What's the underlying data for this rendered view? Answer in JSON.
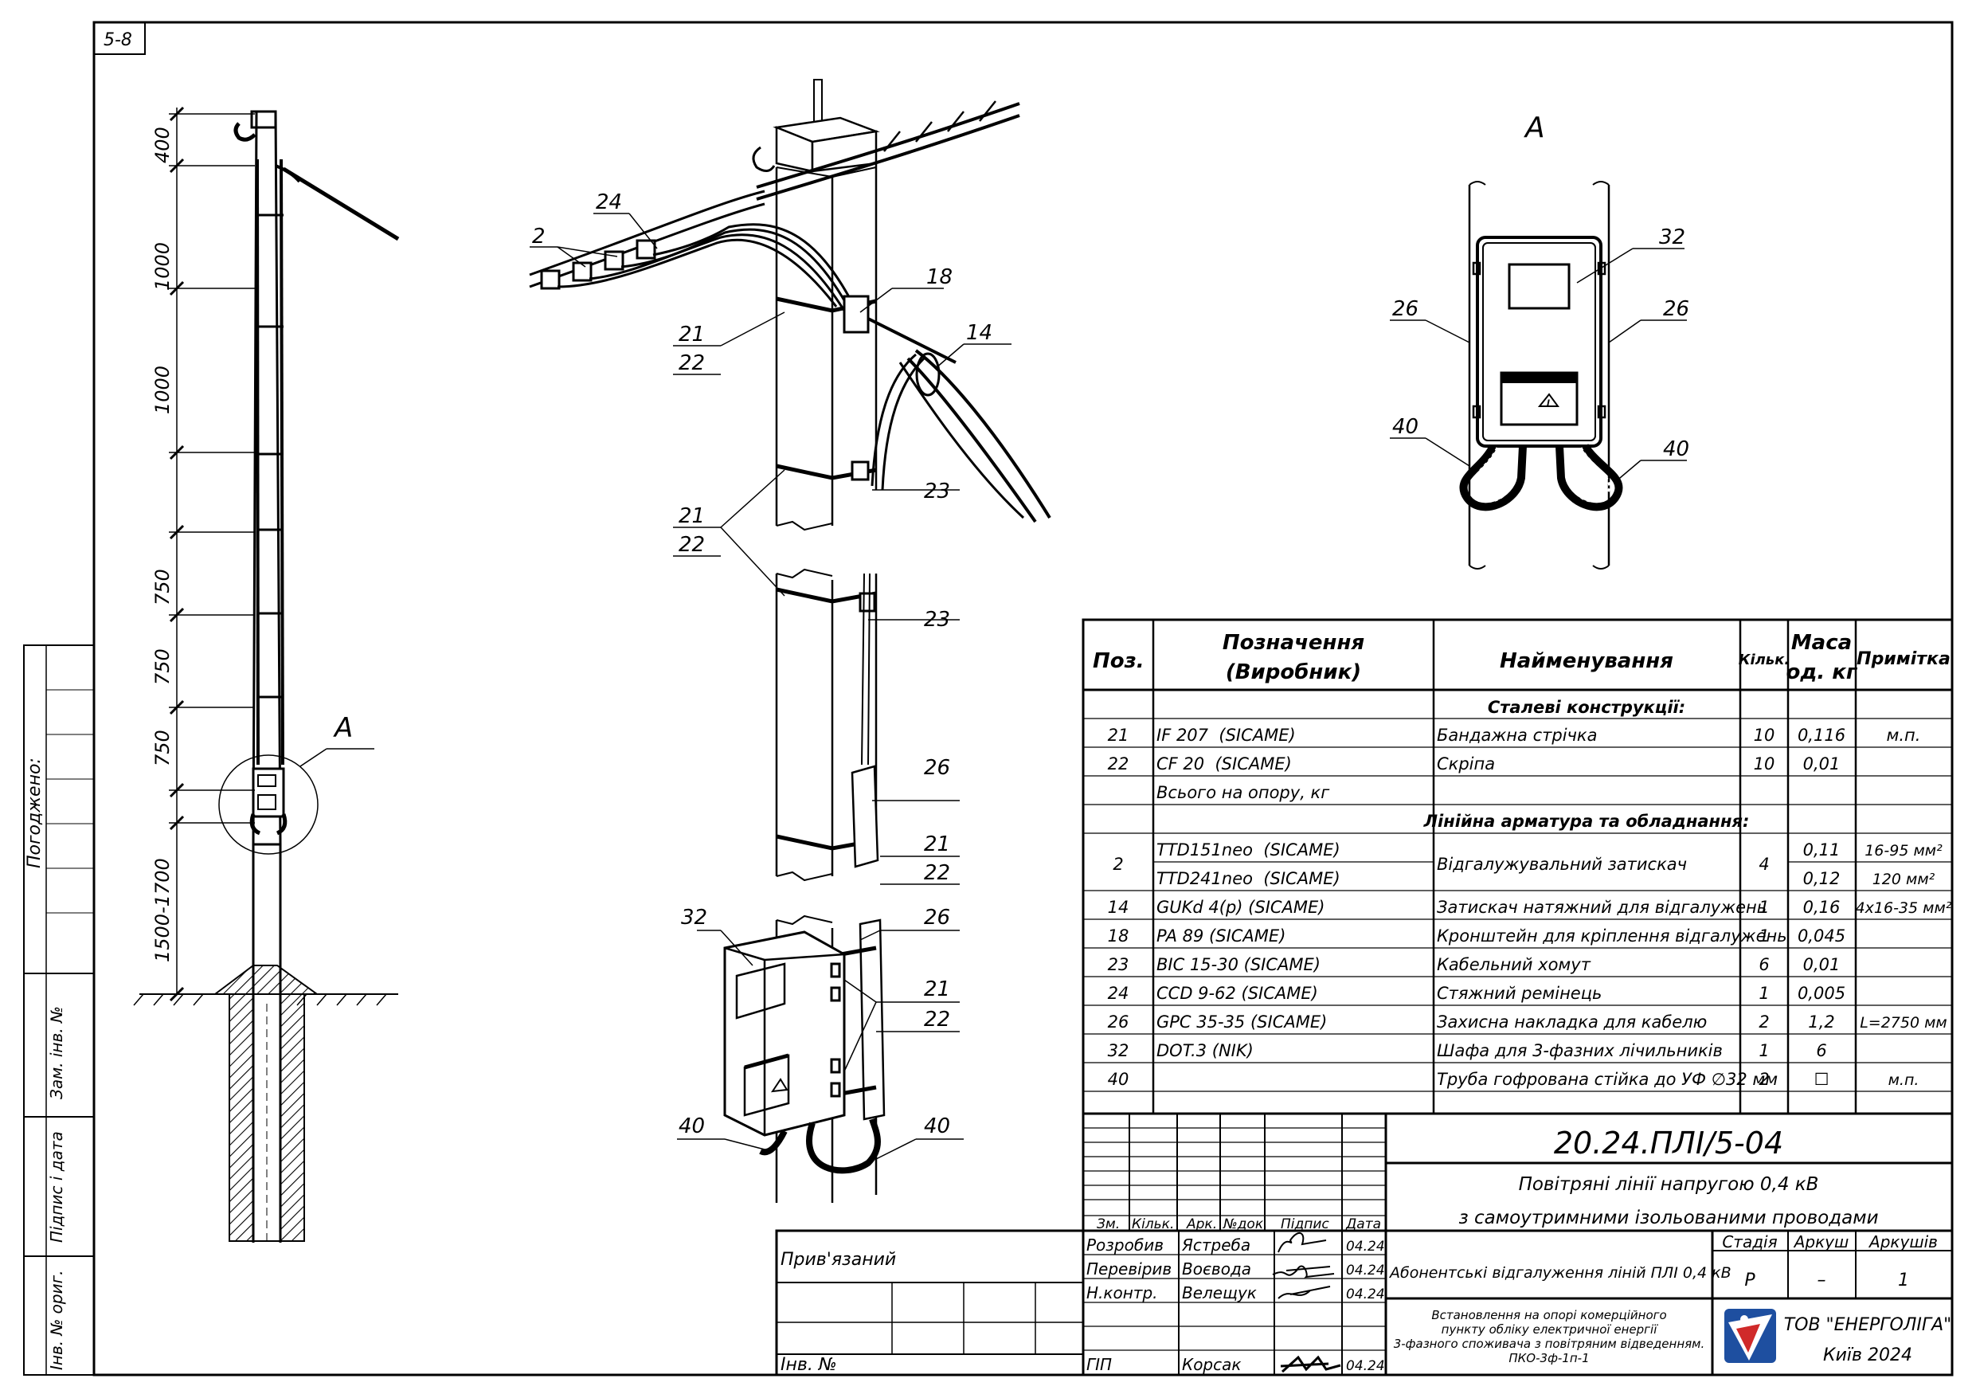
{
  "sheet": {
    "sheet_tag": "5-8"
  },
  "side_stamp": {
    "approved": "Погоджено:",
    "replaced_inv": "Зам. інв. №",
    "sign_date": "Підпис і дата",
    "inv_orig": "Інв. № ориг."
  },
  "pole_dims": [
    "400",
    "1000",
    "1000",
    "750",
    "750",
    "750",
    "1500-1700"
  ],
  "callouts": {
    "a_view_label": "A",
    "a_detail_title": "A",
    "pos_2": "2",
    "pos_24": "24",
    "pos_18": "18",
    "pos_14": "14",
    "pos_21a": "21",
    "pos_22a": "22",
    "pos_21b": "21",
    "pos_22b": "22",
    "pos_23a": "23",
    "pos_23b": "23",
    "pos_26a": "26",
    "pos_21c": "21",
    "pos_22c": "22",
    "pos_32a": "32",
    "pos_26b": "26",
    "pos_21d": "21",
    "pos_22d": "22",
    "pos_40a": "40",
    "pos_40b": "40",
    "det_32": "32",
    "det_26a": "26",
    "det_26b": "26",
    "det_40a": "40",
    "det_40b": "40"
  },
  "spec_table": {
    "headers": {
      "pos": "Поз.",
      "designation_1": "Позначення",
      "designation_2": "(Виробник)",
      "name": "Найменування",
      "qty": "Кільк.",
      "mass_1": "Маса",
      "mass_2": "од. кг",
      "note": "Примітка"
    },
    "section_steel": "Сталеві конструкції:",
    "section_line": "Лінійна арматура та обладнання:",
    "rows_steel": [
      {
        "pos": "21",
        "des": "IF 207  (SICAME)",
        "name": "Бандажна стрічка",
        "qty": "10",
        "mass": "0,116",
        "note": "м.п."
      },
      {
        "pos": "22",
        "des": "CF 20  (SICAME)",
        "name": "Скріпа",
        "qty": "10",
        "mass": "0,01",
        "note": ""
      }
    ],
    "total_row": "Всього на опору, кг",
    "row_2": {
      "pos": "2",
      "des1": "TTD151neo  (SICAME)",
      "des2": "TTD241neo  (SICAME)",
      "name": "Відгалужувальний затискач",
      "qty": "4",
      "mass1": "0,11",
      "mass2": "0,12",
      "note1": "16-95 мм²",
      "note2": "120 мм²"
    },
    "rows_line": [
      {
        "pos": "14",
        "des": "GUKd 4(p)  (SICAME)",
        "name": "Затискач натяжний для відгалужень",
        "qty": "1",
        "mass": "0,16",
        "note": "4x16-35 мм²"
      },
      {
        "pos": "18",
        "des": "PA 89  (SICAME)",
        "name": "Кронштейн для кріплення відгалужень",
        "qty": "1",
        "mass": "0,045",
        "note": ""
      },
      {
        "pos": "23",
        "des": "BIC 15-30  (SICAME)",
        "name": "Кабельний хомут",
        "qty": "6",
        "mass": "0,01",
        "note": ""
      },
      {
        "pos": "24",
        "des": "CCD 9-62  (SICAME)",
        "name": "Стяжний ремінець",
        "qty": "1",
        "mass": "0,005",
        "note": ""
      },
      {
        "pos": "26",
        "des": "GPC 35-35  (SICAME)",
        "name": "Захисна накладка для кабелю",
        "qty": "2",
        "mass": "1,2",
        "note": "L=2750 мм"
      },
      {
        "pos": "32",
        "des": "DOT.3  (NIK)",
        "name": "Шафа для 3-фазних лічильників",
        "qty": "1",
        "mass": "6",
        "note": ""
      },
      {
        "pos": "40",
        "des": "",
        "name": "Труба гофрована стійка до УФ ∅32 мм",
        "qty": "2",
        "mass": "☐",
        "note": "м.п."
      }
    ]
  },
  "title_block": {
    "code": "20.24.ПЛІ/5-04",
    "project_line1": "Повітряні лінії напругою 0,4 кВ",
    "project_line2": "з самоутримними ізольованими проводами",
    "head": {
      "zm": "Зм.",
      "kilk": "Кільк.",
      "ark": "Арк.",
      "ndok": "№док.",
      "pidpys": "Підпис",
      "data": "Дата"
    },
    "people": [
      {
        "role": "Розробив",
        "name": "Ястреба",
        "date": "04.24"
      },
      {
        "role": "Перевірив",
        "name": "Воєвода",
        "date": "04.24"
      },
      {
        "role": "Н.контр.",
        "name": "Велещук",
        "date": "04.24"
      },
      {
        "role": "ГІП",
        "name": "Корсак",
        "date": "04.24"
      }
    ],
    "privyaz": "Прив'язаний",
    "inv_no": "Інв. №",
    "drawing_title": "Абонентські відгалуження ліній ПЛІ 0,4 кВ",
    "stage_h": "Стадія",
    "sheet_h": "Аркуш",
    "sheets_h": "Аркушів",
    "stage": "Р",
    "sheet": "–",
    "sheets": "1",
    "desc": [
      "Встановлення на опорі комерційного",
      "пункту обліку електричної енергії",
      "3-фазного споживача з повітряним відведенням.",
      "ПКО-3ф-1п-1"
    ],
    "company": "ТОВ \"ЕНЕРГОЛІГА\"",
    "city": "Київ 2024"
  },
  "colors": {
    "logo_blue": "#1e4fa0",
    "logo_red": "#d02a2a"
  }
}
